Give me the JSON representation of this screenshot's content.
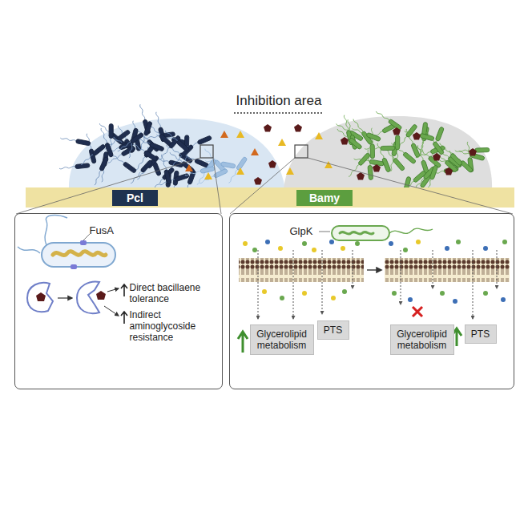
{
  "diagram": {
    "nodes": [
      {
        "text": [
          "Pcl"
        ]
      },
      {
        "text": [
          "Bamy"
        ]
      },
      {
        "text": [
          "FusA",
          "Direct bacillaene tolerance",
          "Indirect aminoglycoside resistance"
        ]
      },
      {
        "text": [
          "GlpK"
        ]
      },
      {
        "text": [
          "Glycerolipid metabolism"
        ],
        "in": 3
      },
      {
        "text": [
          "PTS"
        ],
        "in": 3
      },
      {
        "text": [
          "Glycerolipid metabolism"
        ],
        "in": 3
      },
      {
        "text": [
          "PTS"
        ],
        "in": 3
      }
    ],
    "labels": [
      "Inhibition area"
    ]
  }
}
